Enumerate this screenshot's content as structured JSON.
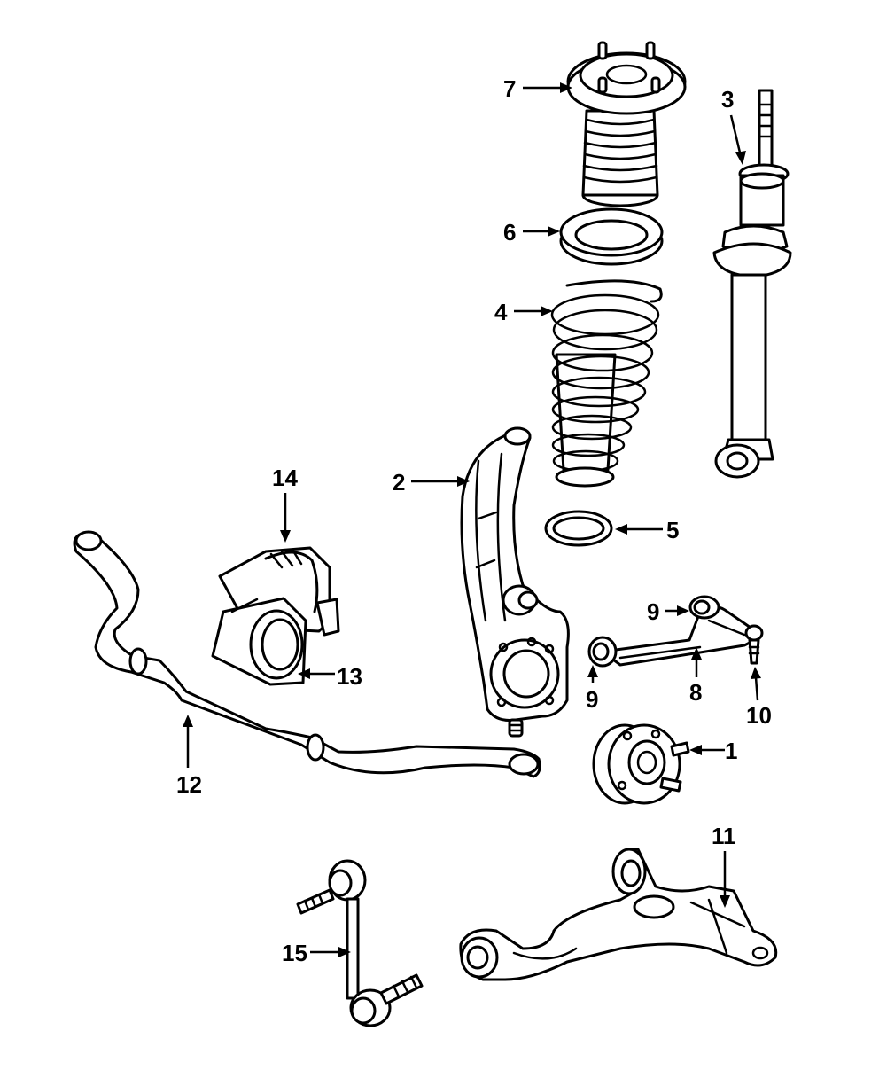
{
  "callouts": {
    "1": "1",
    "2": "2",
    "3": "3",
    "4": "4",
    "5": "5",
    "6": "6",
    "7": "7",
    "8": "8",
    "9a": "9",
    "9b": "9",
    "10": "10",
    "11": "11",
    "12": "12",
    "13": "13",
    "14": "14",
    "15": "15"
  }
}
